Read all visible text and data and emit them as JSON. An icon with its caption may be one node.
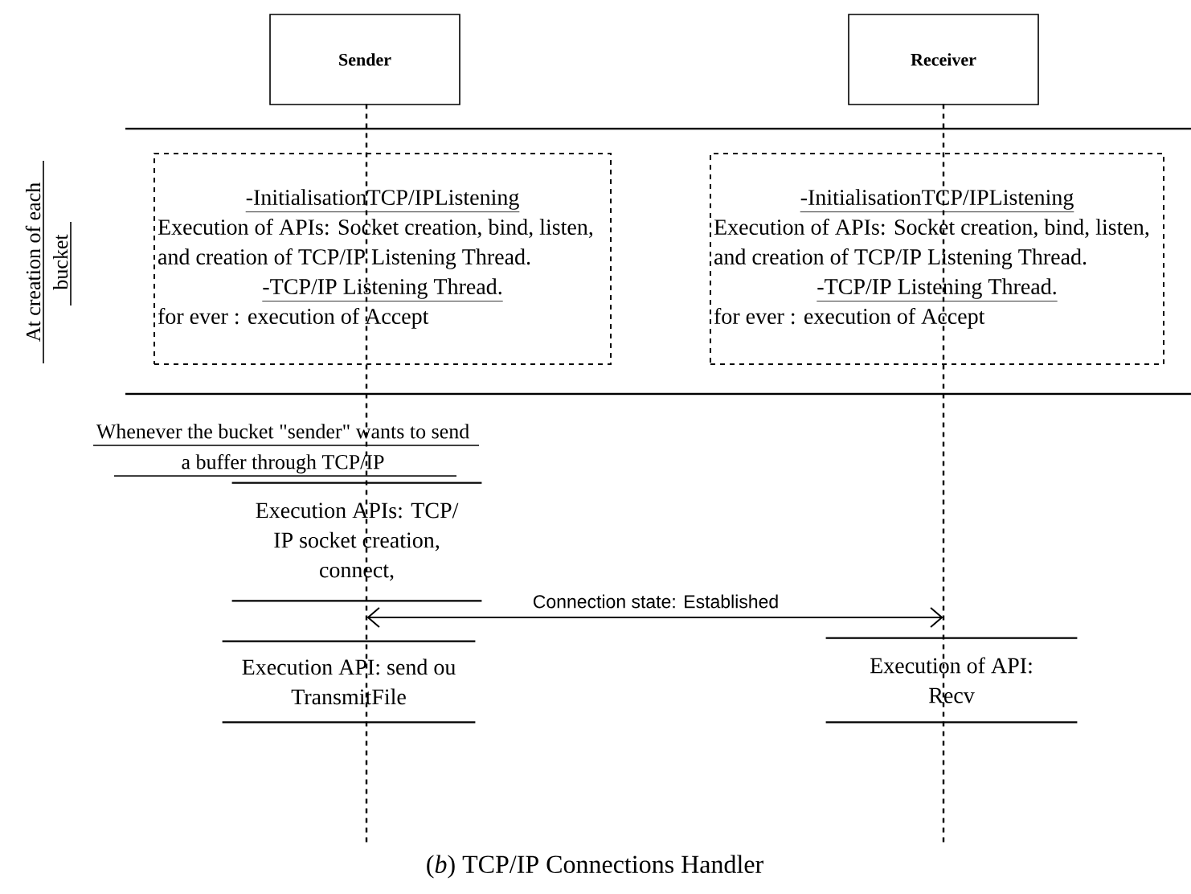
{
  "diagram": {
    "caption": "(*b*) TCP/IP Connections Handler",
    "nodes": [
      {
        "text": [
          "Sender"
        ]
      },
      {
        "text": [
          "Receiver"
        ]
      },
      {
        "text": [
          "-InitialisationTCP/IPListening",
          "Execution of APIs: Socket creation, bind, listen, and creation of TCP/IP Listening Thread.",
          "-TCP/IP Listening Thread.",
          "for ever : execution of  Accept"
        ]
      },
      {
        "text": [
          "-InitialisationTCP/IPListening",
          "Execution of APIs: Socket creation, bind, listen, and creation of TCP/IP Listening Thread.",
          "-TCP/IP Listening Thread.",
          "for ever : execution of  Accept"
        ]
      },
      {
        "text": [],
        "shape": "line"
      },
      {
        "text": [],
        "shape": "line"
      },
      {
        "text": [
          "Execution APIs: TCP/ IP socket creation, connect,"
        ]
      },
      {
        "text": [
          "Execution API: send ou TransmitFile"
        ]
      },
      {
        "text": [
          "Execution of API: Recv"
        ]
      }
    ],
    "edges": [
      {
        "from": 4,
        "to": 5,
        "arrow": "both",
        "label": "Connection state: Established"
      }
    ],
    "labels": [
      "At creation of each bucket",
      "Whenever the bucket \"sender\" wants to send a buffer through TCP/IP"
    ]
  }
}
